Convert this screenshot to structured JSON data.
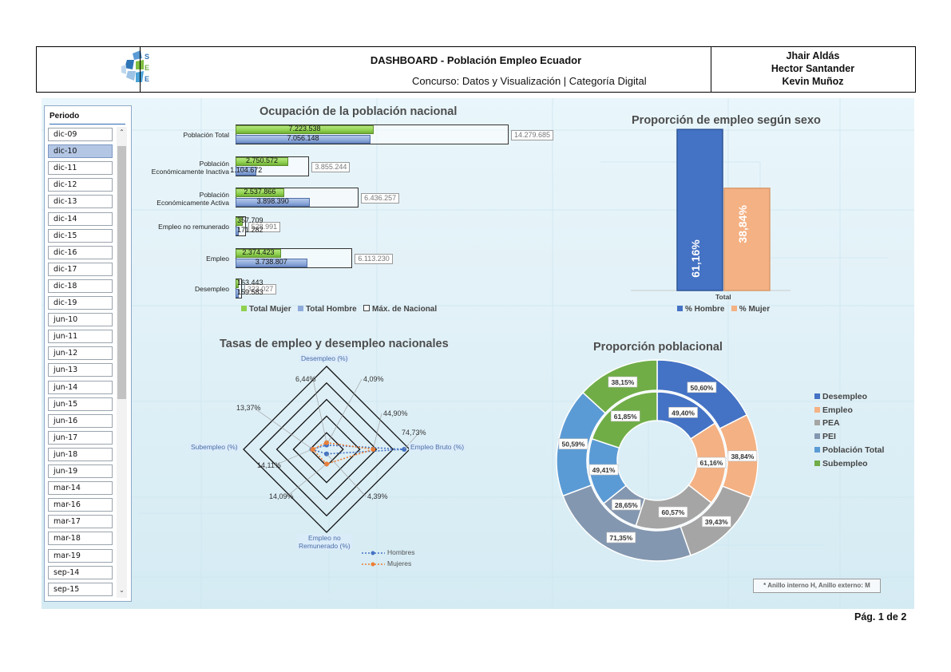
{
  "header": {
    "logo_letters": [
      "S",
      "E",
      "E"
    ],
    "title": "DASHBOARD - Población Empleo Ecuador",
    "subtitle": "Concurso: Datos y Visualización | Categoría Digital",
    "authors": [
      "Jhair Aldás",
      "Hector Santander",
      "Kevin Muñoz"
    ]
  },
  "slicer": {
    "title": "Periodo",
    "items": [
      "dic-09",
      "dic-10",
      "dic-11",
      "dic-12",
      "dic-13",
      "dic-14",
      "dic-15",
      "dic-16",
      "dic-17",
      "dic-18",
      "dic-19",
      "jun-10",
      "jun-11",
      "jun-12",
      "jun-13",
      "jun-14",
      "jun-15",
      "jun-16",
      "jun-17",
      "jun-18",
      "jun-19",
      "mar-14",
      "mar-16",
      "mar-17",
      "mar-18",
      "mar-19",
      "sep-14",
      "sep-15"
    ],
    "selected": "dic-10"
  },
  "colors": {
    "green": "#8fd14f",
    "blue": "#8eaadb",
    "hombre": "#4472c4",
    "mujer": "#f4b183",
    "gray": "#a5a5a5",
    "slate": "#8497b0"
  },
  "chart_data": [
    {
      "type": "bar",
      "title": "Ocupación de la población nacional",
      "categories": [
        "Población Total",
        "Población Económicamente Inactiva",
        "Población Económicamente Activa",
        "Empleo no remunerado",
        "Empleo",
        "Desempleo"
      ],
      "series": [
        {
          "name": "Total Mujer",
          "values": [
            7223538,
            2750572,
            2537866,
            357709,
            2374423,
            163443
          ],
          "labels": [
            "7.223.538",
            "2.750.572",
            "2.537.866",
            "357.709",
            "2.374.423",
            "163.443"
          ]
        },
        {
          "name": "Total Hombre",
          "values": [
            7056148,
            1104672,
            3898390,
            171282,
            3738807,
            159583
          ],
          "labels": [
            "7.056.148",
            "1.104.672",
            "3.898.390",
            "171.282",
            "3.738.807",
            "159.583"
          ]
        },
        {
          "name": "Máx. de Nacional",
          "values": [
            14279685,
            3855244,
            6436257,
            528991,
            6113230,
            323027
          ],
          "labels": [
            "14.279.685",
            "3.855.244",
            "6.436.257",
            "528.991",
            "6.113.230",
            "323.027"
          ]
        }
      ]
    },
    {
      "type": "bar",
      "title": "Proporción de empleo según sexo",
      "categories": [
        "Total"
      ],
      "series": [
        {
          "name": "% Hombre",
          "values": [
            61.16
          ],
          "labels": [
            "61,16%"
          ]
        },
        {
          "name": "% Mujer",
          "values": [
            38.84
          ],
          "labels": [
            "38,84%"
          ]
        }
      ]
    },
    {
      "type": "radar",
      "title": "Tasas de empleo y desempleo nacionales",
      "axes": [
        "Desempleo (%)",
        "Empleo Bruto (%)",
        "Empleo no Remunerado (%)",
        "Subempleo (%)"
      ],
      "axis_lines": [
        "Empleo no",
        "Remunerado (%)"
      ],
      "series": [
        {
          "name": "Hombres",
          "values": [
            4.09,
            74.73,
            4.39,
            14.11
          ],
          "labels": [
            "4,09%",
            "74,73%",
            "4,39%",
            "14,11%"
          ]
        },
        {
          "name": "Mujeres",
          "values": [
            6.44,
            44.9,
            14.09,
            13.37
          ],
          "labels": [
            "6,44%",
            "44,90%",
            "14,09%",
            "13,37%"
          ]
        }
      ]
    },
    {
      "type": "pie",
      "subtype": "doughnut",
      "title": "Proporción poblacional",
      "legend": [
        "Desempleo",
        "Empleo",
        "PEA",
        "PEI",
        "Población Total",
        "Subempleo"
      ],
      "rings": [
        {
          "ring": "inner",
          "sexo": "H",
          "values": [
            49.4,
            61.16,
            60.57,
            28.65,
            49.41,
            61.85
          ],
          "labels": [
            "49,40%",
            "61,16%",
            "60,57%",
            "28,65%",
            "49,41%",
            "61,85%"
          ]
        },
        {
          "ring": "outer",
          "sexo": "M",
          "values": [
            50.6,
            38.84,
            39.43,
            71.35,
            50.59,
            38.15
          ],
          "labels": [
            "50,60%",
            "38,84%",
            "39,43%",
            "71,35%",
            "50,59%",
            "38,15%"
          ]
        }
      ],
      "note": "* Anillo interno H, Anillo externo: M"
    }
  ],
  "footer": {
    "page": "Pág. 1 de 2"
  }
}
